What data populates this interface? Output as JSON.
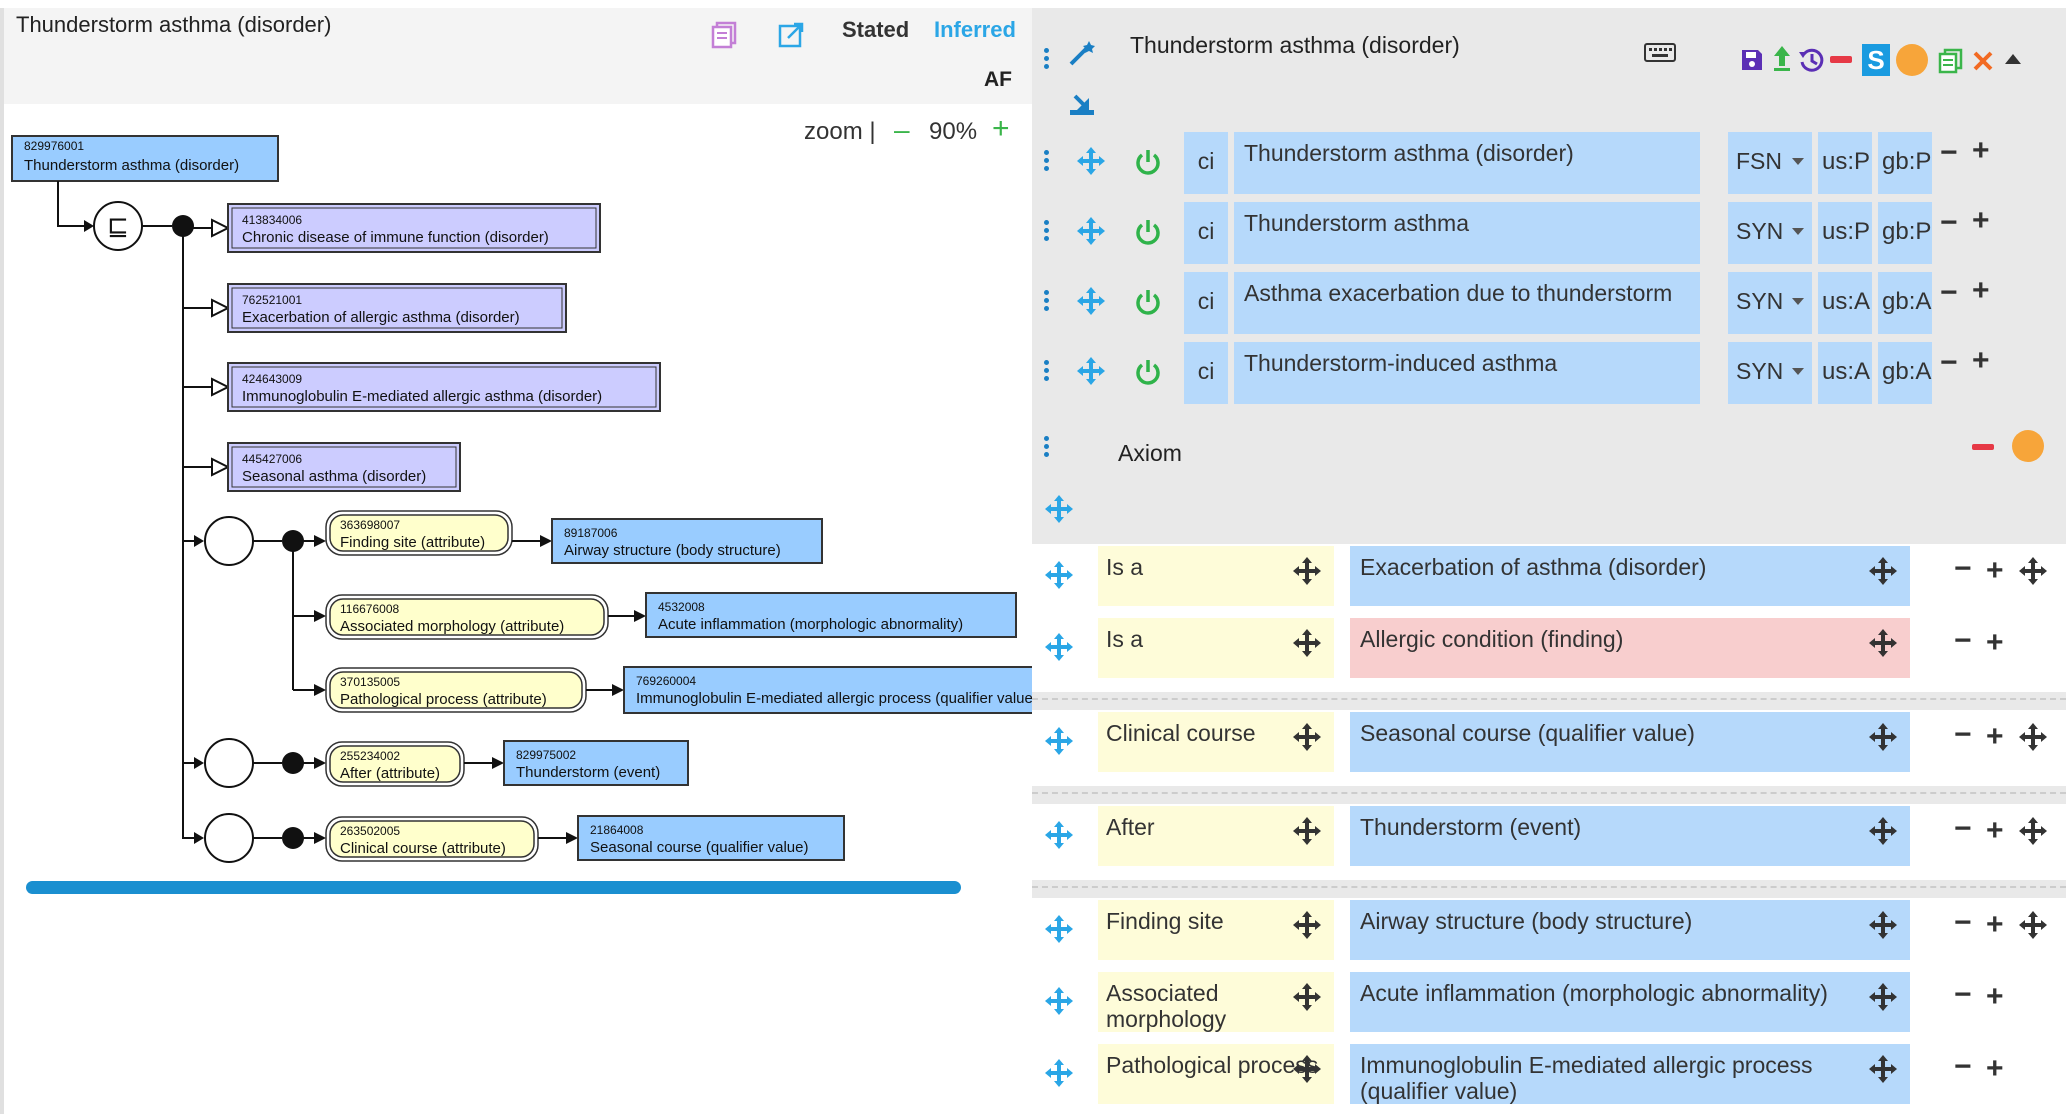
{
  "left_panel": {
    "title": "Thunderstorm asthma (disorder)",
    "view_stated": "Stated",
    "view_inferred": "Inferred",
    "af_label": "AF",
    "zoom_label": "zoom |",
    "zoom_minus": "–",
    "zoom_value": "90%",
    "zoom_plus": "+",
    "icons": [
      "notes-icon",
      "open-new-window-icon"
    ],
    "focus_concept": {
      "id": "829976001",
      "label": "Thunderstorm asthma (disorder)"
    },
    "equivalence_symbol": "⊑",
    "parents": [
      {
        "id": "413834006",
        "label": "Chronic disease of immune function (disorder)"
      },
      {
        "id": "762521001",
        "label": "Exacerbation of allergic asthma (disorder)"
      },
      {
        "id": "424643009",
        "label": "Immunoglobulin E-mediated allergic asthma (disorder)"
      },
      {
        "id": "445427006",
        "label": "Seasonal asthma (disorder)"
      }
    ],
    "attributes": [
      {
        "attr_id": "363698007",
        "attr_label": "Finding site (attribute)",
        "val_id": "89187006",
        "val_label": "Airway structure (body structure)"
      },
      {
        "attr_id": "116676008",
        "attr_label": "Associated morphology (attribute)",
        "val_id": "4532008",
        "val_label": "Acute inflammation (morphologic abnormality)"
      },
      {
        "attr_id": "370135005",
        "attr_label": "Pathological process (attribute)",
        "val_id": "769260004",
        "val_label": "Immunoglobulin E-mediated allergic process (qualifier value)"
      },
      {
        "attr_id": "255234002",
        "attr_label": "After (attribute)",
        "val_id": "829975002",
        "val_label": "Thunderstorm (event)"
      },
      {
        "attr_id": "263502005",
        "attr_label": "Clinical course (attribute)",
        "val_id": "21864008",
        "val_label": "Seasonal course (qualifier value)"
      }
    ]
  },
  "right_panel": {
    "title": "Thunderstorm asthma (disorder)",
    "toolbar_icons": [
      "keyboard-icon",
      "save-icon",
      "promote-icon",
      "history-icon",
      "inactivate-icon",
      "s-icon",
      "status-circle-icon",
      "clone-icon",
      "close-icon",
      "collapse-icon"
    ],
    "s_label": "S",
    "descriptions": [
      {
        "case": "ci",
        "term": "Thunderstorm asthma (disorder)",
        "type": "FSN",
        "us": "us:P",
        "gb": "gb:P"
      },
      {
        "case": "ci",
        "term": "Thunderstorm asthma",
        "type": "SYN",
        "us": "us:P",
        "gb": "gb:P"
      },
      {
        "case": "ci",
        "term": "Asthma exacerbation due to thunderstorm",
        "type": "SYN",
        "us": "us:A",
        "gb": "gb:A"
      },
      {
        "case": "ci",
        "term": "Thunderstorm-induced asthma",
        "type": "SYN",
        "us": "us:A",
        "gb": "gb:A"
      }
    ],
    "axiom_label": "Axiom",
    "is_a": [
      {
        "type": "Is a",
        "target": "Exacerbation of asthma (disorder)",
        "state": "normal"
      },
      {
        "type": "Is a",
        "target": "Allergic condition (finding)",
        "state": "error"
      }
    ],
    "relationships": [
      {
        "type": "Clinical course",
        "target": "Seasonal course (qualifier value)"
      },
      {
        "type": "After",
        "target": "Thunderstorm (event)"
      },
      {
        "type": "Finding site",
        "target": "Airway structure (body structure)"
      },
      {
        "type": "Associated morphology",
        "target": "Acute inflammation (morphologic abnormality)"
      },
      {
        "type": "Pathological process",
        "target": "Immunoglobulin E-mediated allergic process (qualifier value)"
      }
    ],
    "ctrl_minus": "−",
    "ctrl_plus": "+"
  },
  "colors": {
    "concept_blue": "#99ccff",
    "parent_purple": "#ccccff",
    "attribute_yellow": "#ffffcc",
    "inferred_blue": "#2ba6e6",
    "error_red": "#f8cece",
    "accent_green": "#3ab54a"
  }
}
